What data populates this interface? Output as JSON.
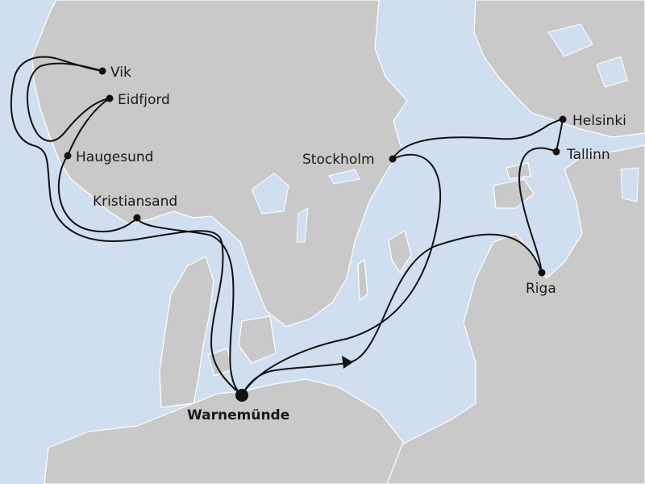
{
  "colors": {
    "sea": "#cfdff0",
    "land": "#c9c9c9",
    "coastline": "#ffffff",
    "route": "#111111",
    "text": "#1a1a1a"
  },
  "ports": {
    "vik": "Vik",
    "eidfjord": "Eidfjord",
    "haugesund": "Haugesund",
    "kristiansand": "Kristiansand",
    "stockholm": "Stockholm",
    "helsinki": "Helsinki",
    "tallinn": "Tallinn",
    "riga": "Riga",
    "warnemunde": "Warnemünde"
  },
  "home_port": "warnemunde",
  "route_direction_icon": "arrow-head-icon"
}
